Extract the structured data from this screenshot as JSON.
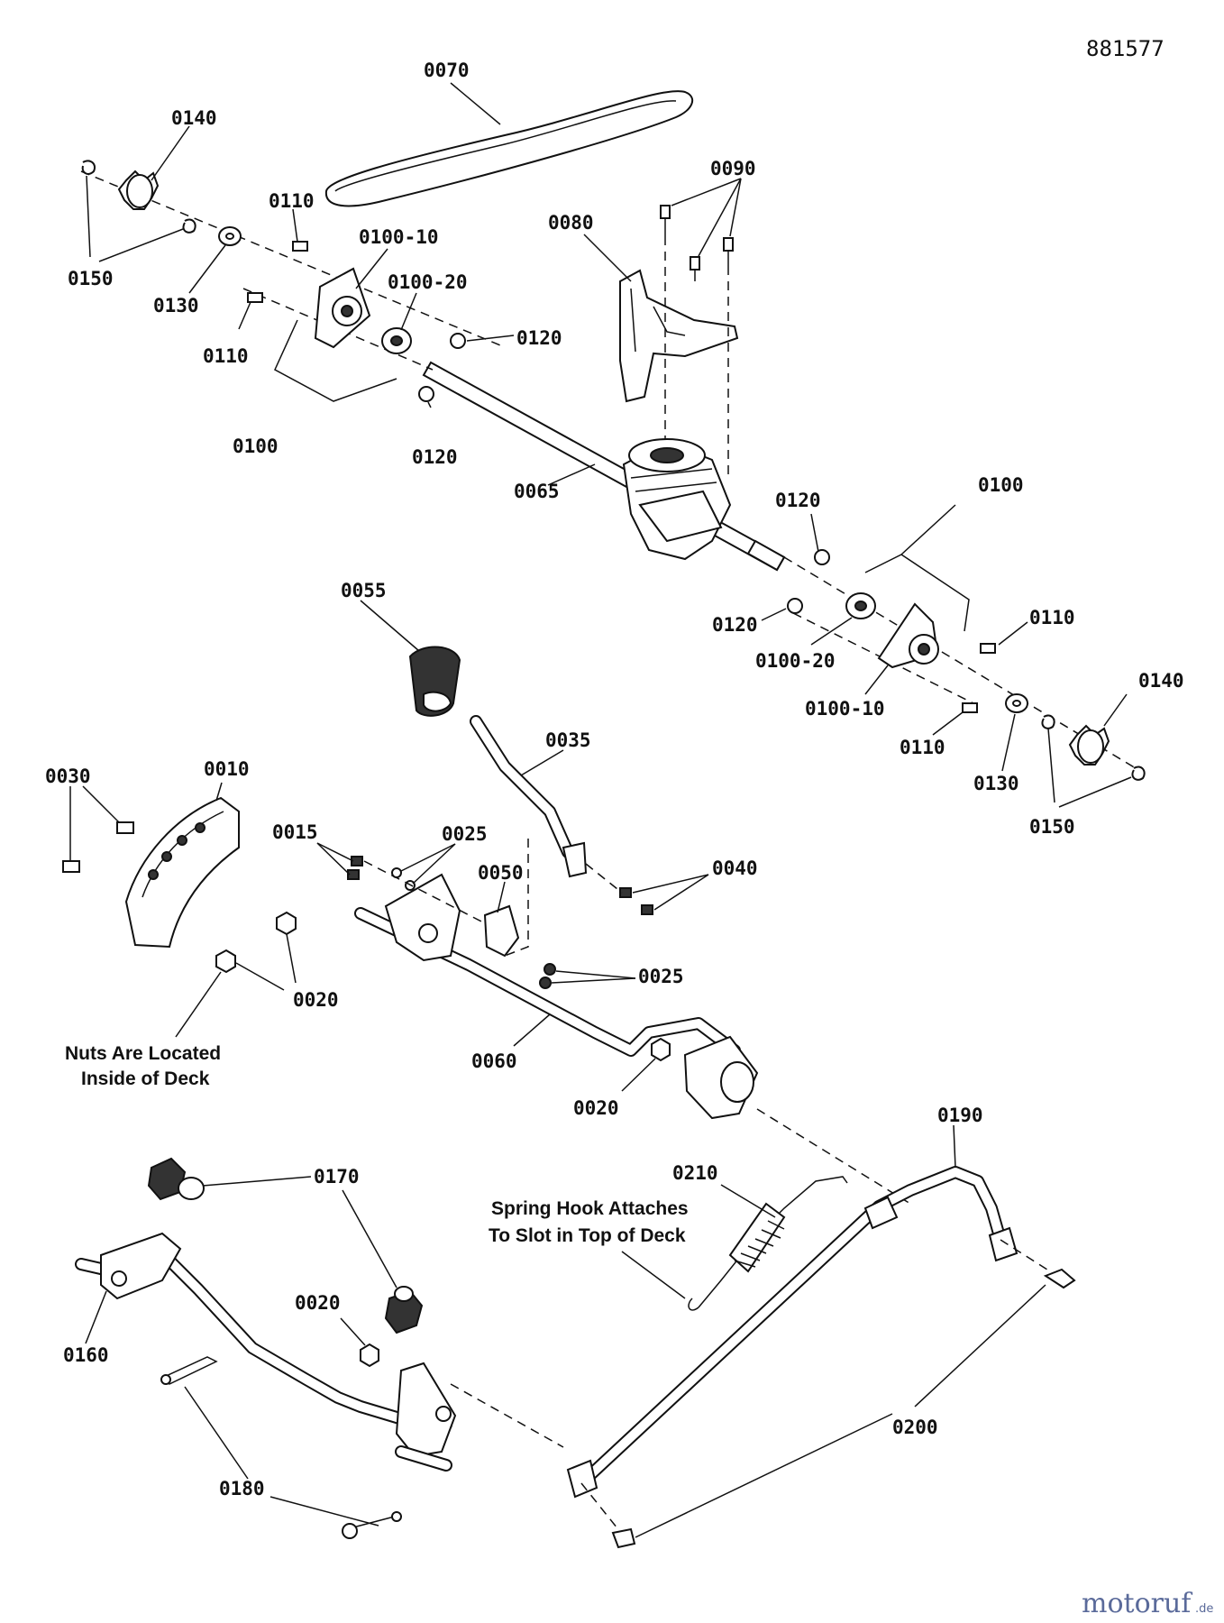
{
  "doc_id": "881577",
  "parts": {
    "p0070": "0070",
    "p0090": "0090",
    "p0080": "0080",
    "p0140a": "0140",
    "p0110a": "0110",
    "p0100_10a": "0100-10",
    "p0100_20a": "0100-20",
    "p0150a": "0150",
    "p0130a": "0130",
    "p0110b": "0110",
    "p0120a": "0120",
    "p0100a": "0100",
    "p0120b": "0120",
    "p0065": "0065",
    "p0120c": "0120",
    "p0100b": "0100",
    "p0120d": "0120",
    "p0110c": "0110",
    "p0100_20b": "0100-20",
    "p0100_10b": "0100-10",
    "p0140b": "0140",
    "p0110d": "0110",
    "p0130b": "0130",
    "p0150b": "0150",
    "p0055": "0055",
    "p0035": "0035",
    "p0030": "0030",
    "p0010": "0010",
    "p0015": "0015",
    "p0025a": "0025",
    "p0050": "0050",
    "p0040": "0040",
    "p0025b": "0025",
    "p0020a": "0020",
    "p0060": "0060",
    "p0020b": "0020",
    "p0190": "0190",
    "p0170": "0170",
    "p0210": "0210",
    "p0020c": "0020",
    "p0160": "0160",
    "p0200": "0200",
    "p0180": "0180"
  },
  "notes": {
    "nuts_line1": "Nuts Are Located",
    "nuts_line2": "Inside of Deck",
    "spring_line1": "Spring Hook Attaches",
    "spring_line2": "To Slot in Top of Deck"
  },
  "watermark": {
    "brand": "motoruf",
    "suffix": ".de"
  }
}
